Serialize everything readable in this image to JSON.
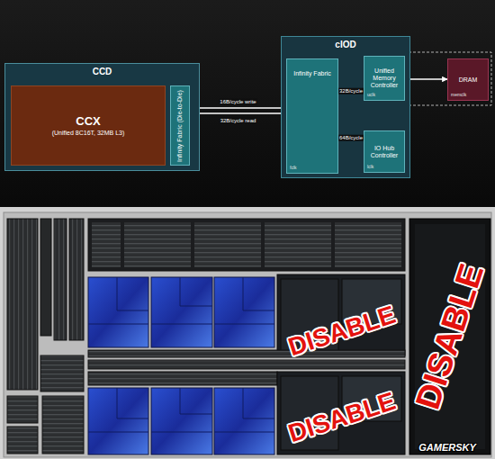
{
  "diagram": {
    "nodes": [
      {
        "text": [
          "CCD"
        ]
      },
      {
        "text": [
          "CCX",
          "(Unified 8C16T, 32MB L3)"
        ],
        "in": 0
      },
      {
        "text": [
          "Infinity Fabric (Die-to-Die)"
        ],
        "in": 0
      },
      {
        "text": [
          "cIOD"
        ]
      },
      {
        "text": [
          "Infinity Fabric",
          "fclk"
        ],
        "in": 3
      },
      {
        "text": [
          "Unified Memory Controller",
          "uclk"
        ],
        "in": 3
      },
      {
        "text": [
          "IO Hub Controller",
          "lclk"
        ],
        "in": 3
      },
      {
        "text": [
          "DRAM",
          "memclk"
        ]
      }
    ],
    "edges": [
      {
        "from": 2,
        "to": 4,
        "arrow": "to",
        "label": "16B/cycle write"
      },
      {
        "from": 4,
        "to": 2,
        "arrow": "to",
        "label": "32B/cycle read"
      },
      {
        "from": 5,
        "to": 4,
        "arrow": "to"
      },
      {
        "from": 4,
        "to": 5,
        "arrow": "to",
        "label": "32B/cycle"
      },
      {
        "from": 4,
        "to": 6,
        "arrow": "to",
        "label": "64B/cycle"
      },
      {
        "from": 6,
        "to": 4,
        "arrow": "to"
      },
      {
        "from": 5,
        "to": 7,
        "arrow": "both"
      }
    ],
    "labels": [
      "DISABLE",
      "DISABLE",
      "DISABLE",
      "GAMERSKY"
    ]
  }
}
